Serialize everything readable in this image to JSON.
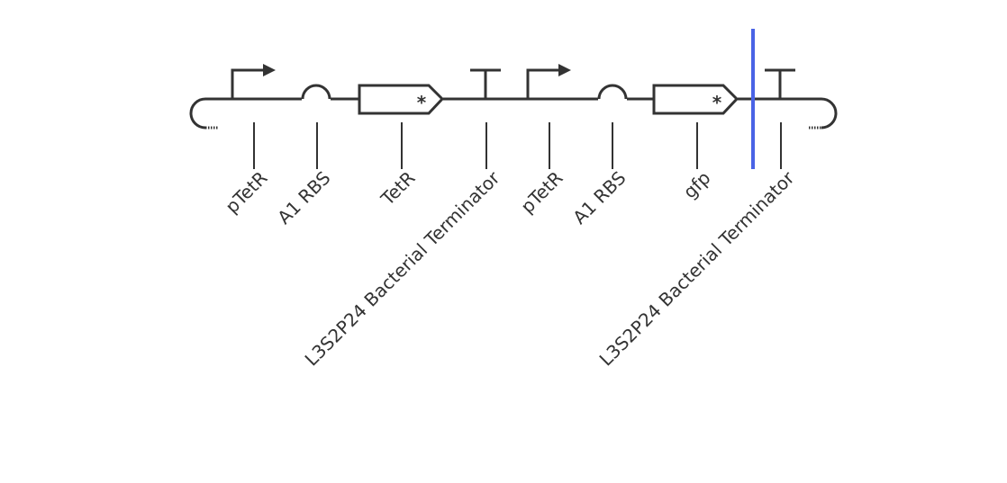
{
  "construct": {
    "parts": [
      {
        "type": "promoter",
        "label": "pTetR"
      },
      {
        "type": "rbs",
        "label": "A1 RBS"
      },
      {
        "type": "cds",
        "label": "TetR",
        "marker": "*"
      },
      {
        "type": "terminator",
        "label": "L3S2P24 Bacterial Terminator"
      },
      {
        "type": "promoter",
        "label": "pTetR"
      },
      {
        "type": "rbs",
        "label": "A1 RBS"
      },
      {
        "type": "cds",
        "label": "gfp",
        "marker": "*"
      },
      {
        "type": "terminator",
        "label": "L3S2P24 Bacterial Terminator"
      }
    ],
    "cursor": {
      "type": "insertion-cursor"
    }
  },
  "colors": {
    "stroke": "#333333",
    "cursor": "#4a63e6",
    "background": "#ffffff"
  }
}
